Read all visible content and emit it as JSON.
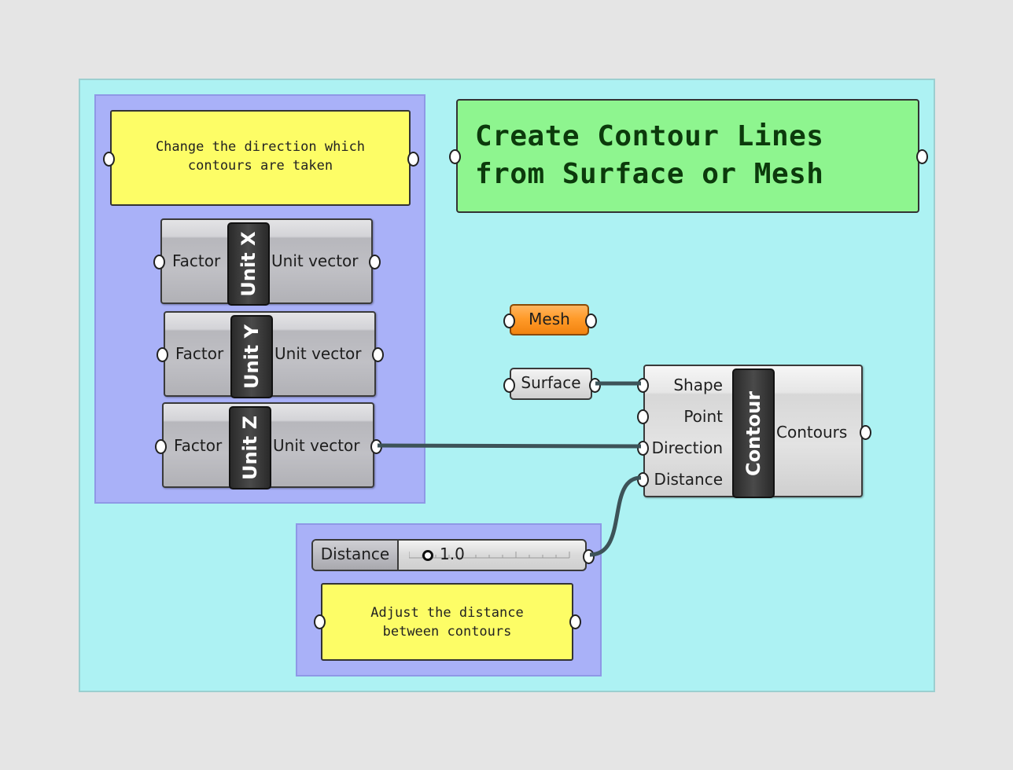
{
  "notes": {
    "direction_note": "Change the direction which\ncontours are taken",
    "title": "Create Contour Lines\nfrom Surface or Mesh",
    "distance_note": "Adjust the distance\nbetween contours"
  },
  "components": {
    "unit_x": {
      "name": "Unit X",
      "input": "Factor",
      "output": "Unit vector"
    },
    "unit_y": {
      "name": "Unit Y",
      "input": "Factor",
      "output": "Unit vector"
    },
    "unit_z": {
      "name": "Unit Z",
      "input": "Factor",
      "output": "Unit vector"
    },
    "contour": {
      "name": "Contour",
      "inputs": [
        "Shape",
        "Point",
        "Direction",
        "Distance"
      ],
      "output": "Contours"
    }
  },
  "params": {
    "mesh": "Mesh",
    "surface": "Surface"
  },
  "slider": {
    "name": "Distance",
    "value": "1.0"
  },
  "colors": {
    "canvas_group": "#adf2f3",
    "blue_group": "#a9b1f8",
    "yellow_panel": "#fdfd66",
    "green_panel": "#8ef58f",
    "mesh_param": "#ff9b2a",
    "wire": "#3d5358"
  }
}
